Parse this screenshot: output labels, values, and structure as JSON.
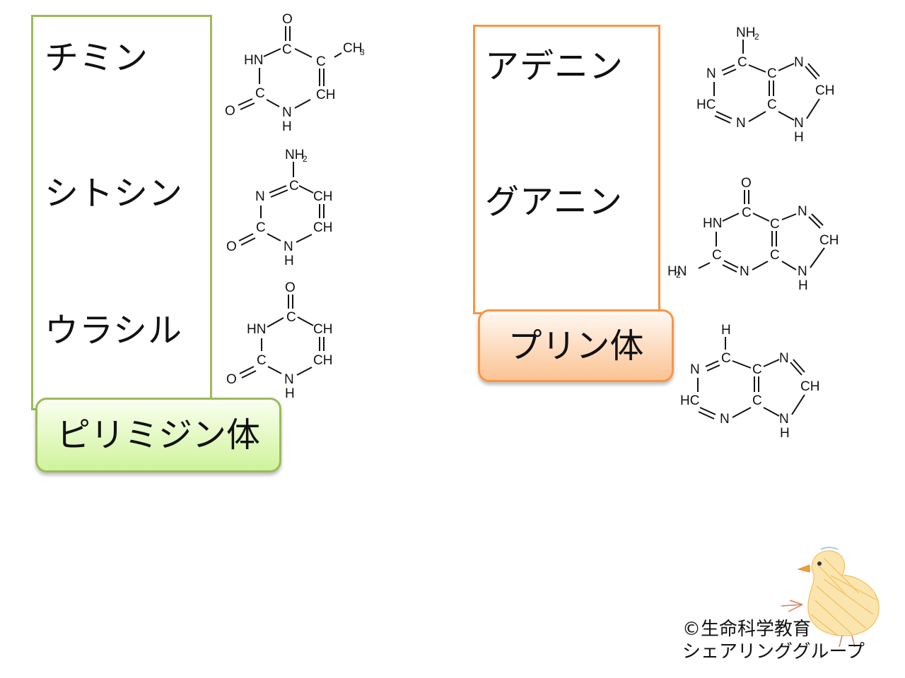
{
  "pyrimidine": {
    "names": [
      "チミン",
      "シトシン",
      "ウラシル"
    ],
    "label": "ピリミジン体"
  },
  "purine": {
    "names": [
      "アデニン",
      "グアニン"
    ],
    "label": "プリン体"
  },
  "copyright": [
    "©生命科学教育",
    "シェアリンググループ"
  ],
  "colors": {
    "pyrimidine_border": "#9bbb59",
    "purine_border": "#f79646"
  },
  "atoms": {
    "C": "C",
    "N": "N",
    "O": "O",
    "H": "H",
    "HN": "HN",
    "CH": "CH",
    "HC": "HC",
    "NH": "NH",
    "NH2": "NH",
    "H2N": "HN",
    "CH3": "CH",
    "sub2": "2",
    "sub3": "3"
  },
  "decor": [
    "chick-drawing"
  ]
}
